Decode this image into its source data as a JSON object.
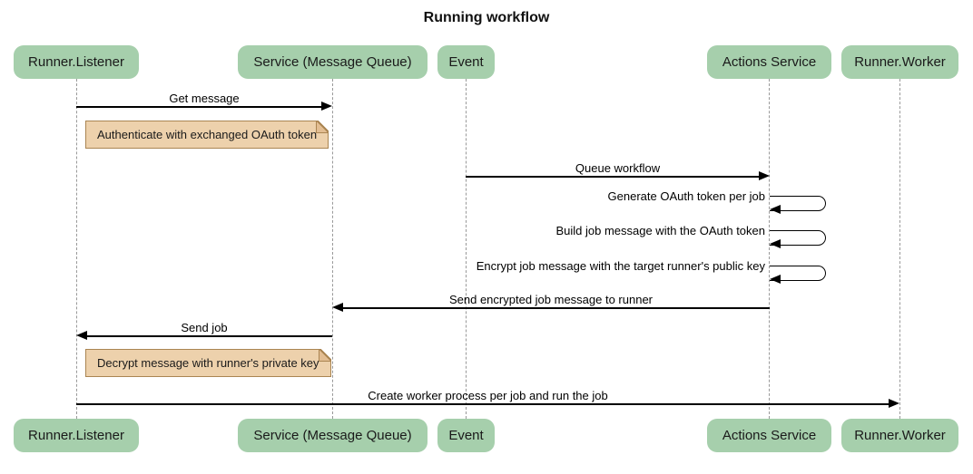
{
  "diagram_type": "sequence",
  "title": "Running workflow",
  "colors": {
    "actor_fill": "#a6cfac",
    "note_fill": "#edd1ac",
    "note_border": "#aa8552",
    "line": "#000000",
    "lifeline": "#999999",
    "background": "#ffffff"
  },
  "actors": [
    {
      "id": "runner-listener",
      "label": "Runner.Listener"
    },
    {
      "id": "service-message-queue",
      "label": "Service (Message Queue)"
    },
    {
      "id": "event",
      "label": "Event"
    },
    {
      "id": "actions-service",
      "label": "Actions Service"
    },
    {
      "id": "runner-worker",
      "label": "Runner.Worker"
    }
  ],
  "messages": [
    {
      "label": "Get message",
      "from": "Runner.Listener",
      "to": "Service (Message Queue)",
      "type": "solid-arrow"
    },
    {
      "label": "Queue workflow",
      "from": "Event",
      "to": "Actions Service",
      "type": "solid-arrow"
    },
    {
      "label": "Generate OAuth token per job",
      "from": "Actions Service",
      "to": "Actions Service",
      "type": "self-loop"
    },
    {
      "label": "Build job message with the OAuth token",
      "from": "Actions Service",
      "to": "Actions Service",
      "type": "self-loop"
    },
    {
      "label": "Encrypt job message with the target runner's public key",
      "from": "Actions Service",
      "to": "Actions Service",
      "type": "self-loop"
    },
    {
      "label": "Send encrypted job message to runner",
      "from": "Actions Service",
      "to": "Service (Message Queue)",
      "type": "solid-arrow"
    },
    {
      "label": "Send job",
      "from": "Service (Message Queue)",
      "to": "Runner.Listener",
      "type": "solid-arrow"
    },
    {
      "label": "Create worker process per job and run the job",
      "from": "Runner.Listener",
      "to": "Runner.Worker",
      "type": "solid-arrow"
    }
  ],
  "notes": [
    {
      "text": "Authenticate with exchanged OAuth token",
      "anchor": "Runner.Listener"
    },
    {
      "text": "Decrypt message with runner's private key",
      "anchor": "Runner.Listener"
    }
  ]
}
